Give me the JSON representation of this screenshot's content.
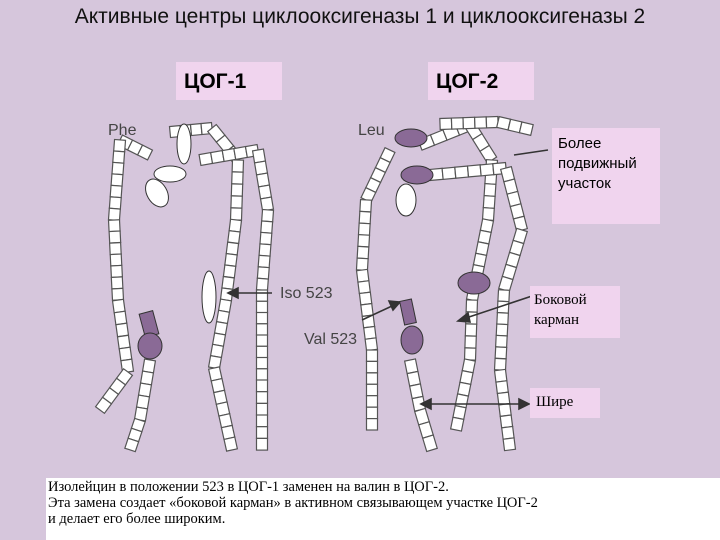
{
  "title": "Активные центры циклооксигеназы 1 и циклооксигеназы 2",
  "labels": {
    "cox1": "ЦОГ-1",
    "cox2": "ЦОГ-2",
    "mobile_region": "Более подвижный участок",
    "side_pocket": "Боковой карман",
    "wider": "Шире"
  },
  "residues": {
    "phe": "Phe",
    "leu": "Leu",
    "iso523": "Iso 523",
    "val523": "Val 523"
  },
  "caption": [
    "Изолейцин в положении 523 в ЦОГ-1 заменен на валин в ЦОГ-2.",
    "Эта замена создает  «боковой карман» в активном связывающем участке ЦОГ-2",
    "и делает его более широким."
  ],
  "colors": {
    "background": "#d6c6dc",
    "label_box": "#f0d4ee",
    "residue_fill": "#8a6a96",
    "segment_fill": "#ffffff"
  }
}
